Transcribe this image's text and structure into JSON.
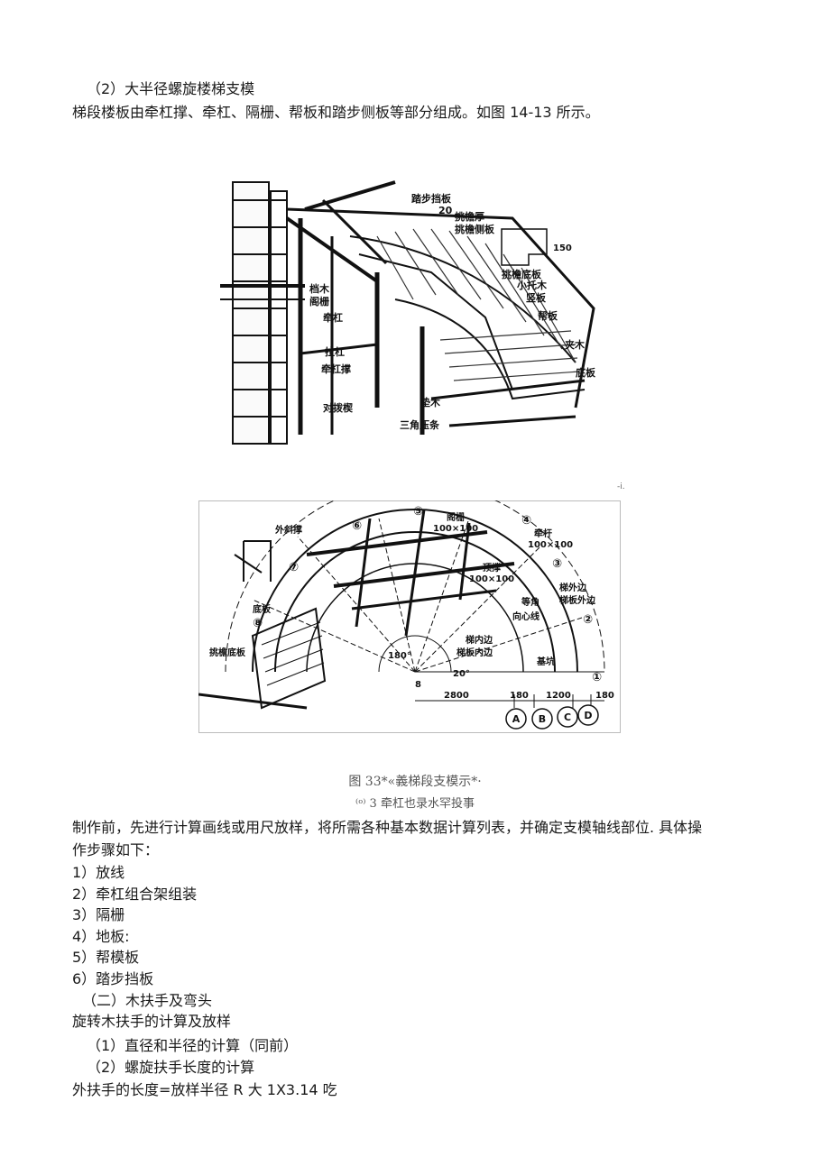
{
  "heading_2": "（2）大半径螺旋楼梯支模",
  "intro": "梯段楼板由牵杠撑、牵杠、隔栅、帮板和踏步侧板等部分组成。如图 14-13 所示。",
  "figure_a": {
    "labels": {
      "tabu_dangban": "踏步挡板",
      "dim_20": "20",
      "tiaoyan_hou": "挑檐厚",
      "tiaoyan_ceban": "挑檐侧板",
      "dim_150": "150",
      "tiaoyan_diban": "挑檐底板",
      "xiao_tuomu": "小托木",
      "shu_ban": "竖板",
      "dang_mu": "档木",
      "ge_shan": "阁栅",
      "bang_ban": "帮板",
      "qian_gang": "牵杠",
      "jia_mu": "夹木",
      "la_gang": "拉杠",
      "qiangang_cheng": "牵杠撑",
      "di_ban": "底板",
      "dian_mu": "垫木",
      "dui_xie": "对拨楔",
      "sanjiao_yatiao": "三角压条"
    }
  },
  "stray_mark": "-i.",
  "figure_b": {
    "labels": {
      "c6": "⑥",
      "c5": "⑤",
      "c4": "④",
      "c3": "③",
      "c2": "②",
      "c1": "①",
      "c7": "⑦",
      "c8": "⑧",
      "ge_shan_dim": "阁栅",
      "dim_100a": "100×100",
      "qian_gan": "牵杆",
      "dim_100b": "100×100",
      "ding_cheng": "顶撑",
      "dim_100c": "100×100",
      "wai_xiecheng": "外斜撑",
      "ti_waibian": "梯外边",
      "timuban_waibian": "梯板外边",
      "deng_jiao": "等角",
      "xiangxin_xian": "向心线",
      "ti_neibian": "梯内边",
      "timuban_neibian": "梯板内边",
      "ji_keng": "基坑",
      "di_ban": "底板",
      "tiaoyan_diban": "挑檐底板",
      "angle_180": "180°",
      "angle_20": "20°",
      "num_8": "8",
      "dim_2800": "2800",
      "dim_180a": "180",
      "dim_1200": "1200",
      "dim_180b": "180",
      "axis_a": "A",
      "axis_b": "B",
      "axis_c": "C",
      "axis_d": "D"
    }
  },
  "caption_line1": "图 33*«義梯段支模示*·",
  "caption_line2": "⁽ᵒ⁾ 3 牵杠也录水罕投事",
  "body_para_1": "制作前，先进行计算画线或用尺放样，将所需各种基本数据计算列表，并确定支模轴线部位. 具体操",
  "body_para_2": "作步骤如下：",
  "steps": [
    "1）放线",
    "2）牵杠组合架组装",
    "3）隔栅",
    "4）地板:",
    "5）帮模板",
    "6）踏步挡板"
  ],
  "section_2": "（二）木扶手及弯头",
  "sub_heading": "旋转木扶手的计算及放样",
  "item_1": "（1）直径和半径的计算（同前）",
  "item_2": "（2）螺旋扶手长度的计算",
  "formula": "外扶手的长度=放样半径 R 大 1X3.14 吃"
}
